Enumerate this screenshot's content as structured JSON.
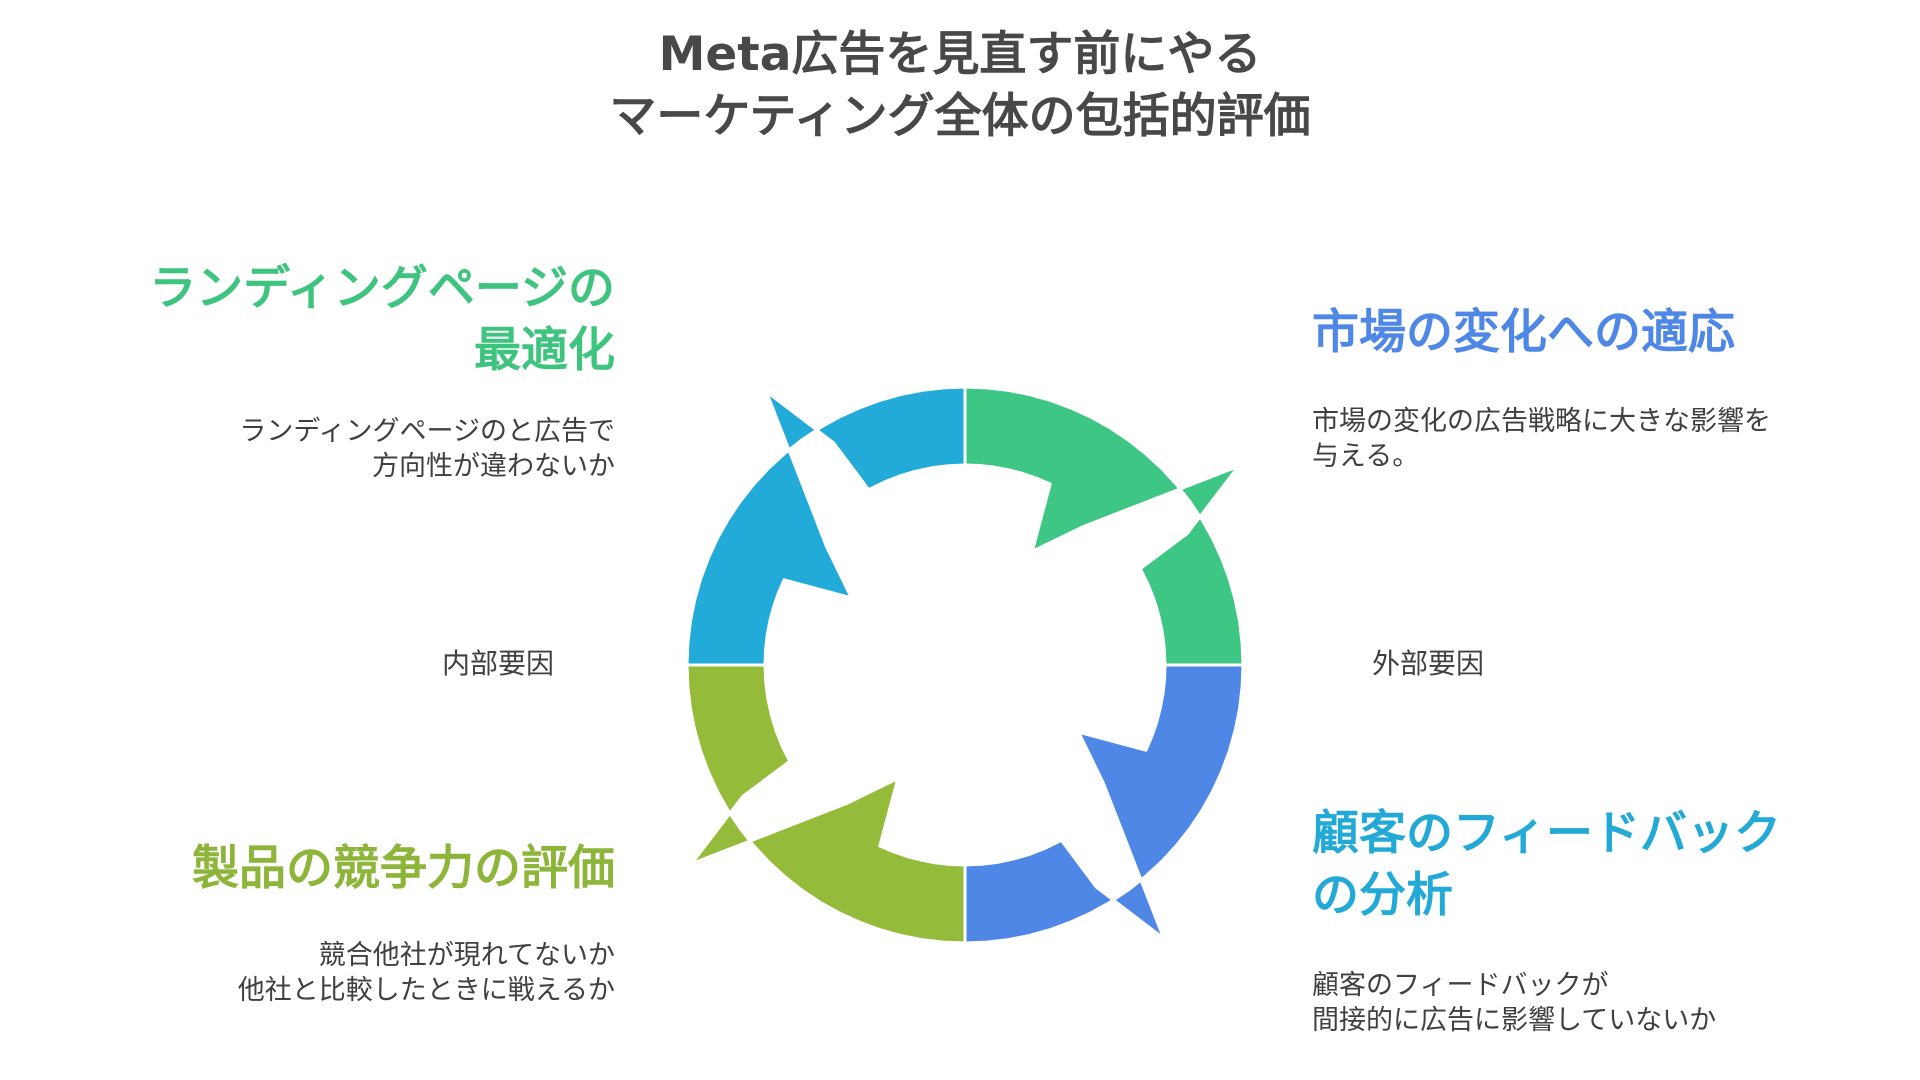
{
  "title": {
    "line1": "Meta広告を見直す前にやる",
    "line2": "マーケティング全体の包括的評価"
  },
  "quadrants": {
    "top_left": {
      "heading": [
        "ランディングページの",
        "最適化"
      ],
      "desc": [
        "ランディングページのと広告で",
        "方向性が違わないか"
      ],
      "color": "#3ec47f"
    },
    "top_right": {
      "heading": [
        "市場の変化への適応"
      ],
      "desc": [
        "市場の変化の広告戦略に大きな影響を",
        "与える。"
      ],
      "color": "#4f87e6"
    },
    "bottom_left": {
      "heading": [
        "製品の競争力の評価"
      ],
      "desc": [
        "競合他社が現れてないか",
        "他社と比較したときに戦えるか"
      ],
      "color": "#8db53a"
    },
    "bottom_right": {
      "heading": [
        "顧客のフィードバック",
        "の分析"
      ],
      "desc": [
        "顧客のフィードバックが",
        "間接的に広告に影響していないか"
      ],
      "color": "#22a9d6"
    }
  },
  "axis": {
    "left": "内部要因",
    "right": "外部要因"
  },
  "ring_colors": {
    "top_left": "#22aad8",
    "top_right": "#3ec684",
    "bottom_right": "#4f87e6",
    "bottom_left": "#94bb3a"
  }
}
